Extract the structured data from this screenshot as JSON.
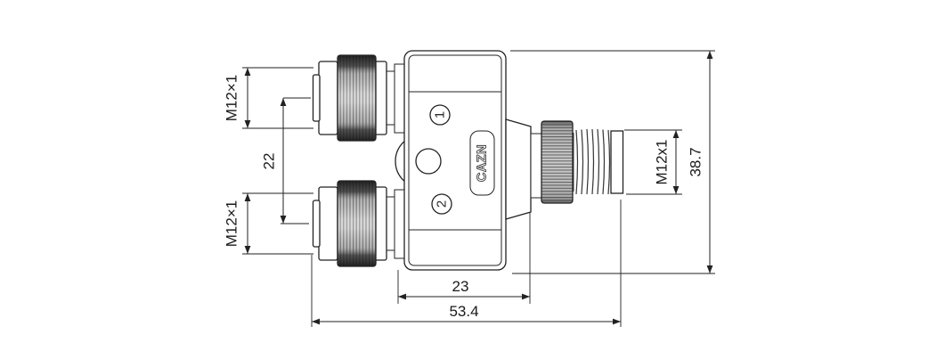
{
  "drawing": {
    "brand": "CAZN",
    "labels": {
      "thread_left_top": "M12×1",
      "thread_left_bottom": "M12×1",
      "port_spacing": "22",
      "thread_right": "M12x1",
      "overall_height": "38.7",
      "body_length": "23",
      "overall_length": "53.4",
      "port1": "1",
      "port2": "2"
    },
    "colors": {
      "line": "#222222",
      "background": "#ffffff",
      "knurl_base": "#c9c9c9",
      "knurl_dark": "#2e2e2e",
      "metal_mid": "#c2c2c2"
    }
  }
}
